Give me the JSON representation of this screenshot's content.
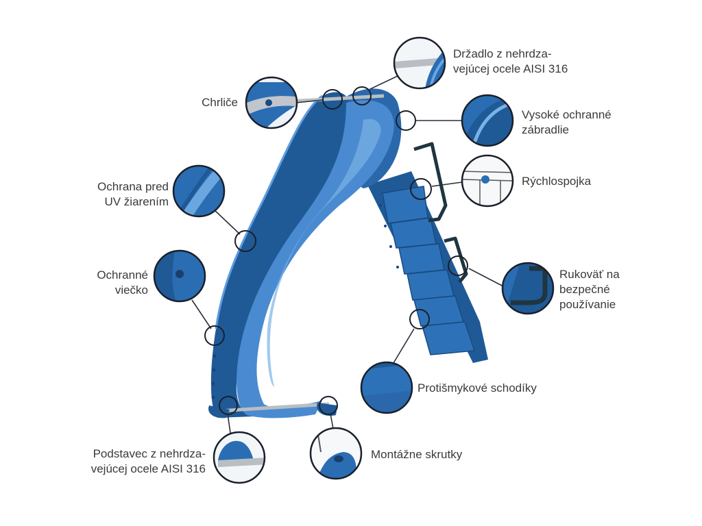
{
  "colors": {
    "slide_dark": "#1f5a97",
    "slide_mid": "#2d72b8",
    "slide_light": "#5a9ad8",
    "callout_ring": "#1a1f2a",
    "leader_line": "#2a2f3a",
    "metal": "#b8bec4",
    "handle": "#1f3540",
    "text": "#3a3a3a"
  },
  "callouts": [
    {
      "id": "chrlice",
      "lines": [
        "Chrliče"
      ],
      "icon": "nozzle-icon"
    },
    {
      "id": "drzadlo",
      "lines": [
        "Držadlo z nehrdza-",
        "vejúcej ocele AISI 316"
      ],
      "icon": "grab-bar-icon"
    },
    {
      "id": "zabradlie",
      "lines": [
        "Vysoké ochranné",
        "zábradlie"
      ],
      "icon": "guard-rail-icon"
    },
    {
      "id": "rychlospojka",
      "lines": [
        "Rýchlospojka"
      ],
      "icon": "quick-coupler-icon"
    },
    {
      "id": "uv",
      "lines": [
        "Ochrana  pred",
        "UV žiarením"
      ],
      "icon": "uv-protection-icon"
    },
    {
      "id": "rukovat",
      "lines": [
        "Rukoväť na",
        "bezpečné",
        "používanie"
      ],
      "icon": "handle-icon"
    },
    {
      "id": "vieko",
      "lines": [
        "Ochranné",
        "viečko"
      ],
      "icon": "cap-icon"
    },
    {
      "id": "schodiky",
      "lines": [
        "Protišmykové schodíky"
      ],
      "icon": "step-icon"
    },
    {
      "id": "podstavec",
      "lines": [
        "Podstavec z nehrdza-",
        "vejúcej ocele AISI 316"
      ],
      "icon": "base-icon"
    },
    {
      "id": "skrutky",
      "lines": [
        "Montážne skrutky"
      ],
      "icon": "screw-icon"
    }
  ]
}
